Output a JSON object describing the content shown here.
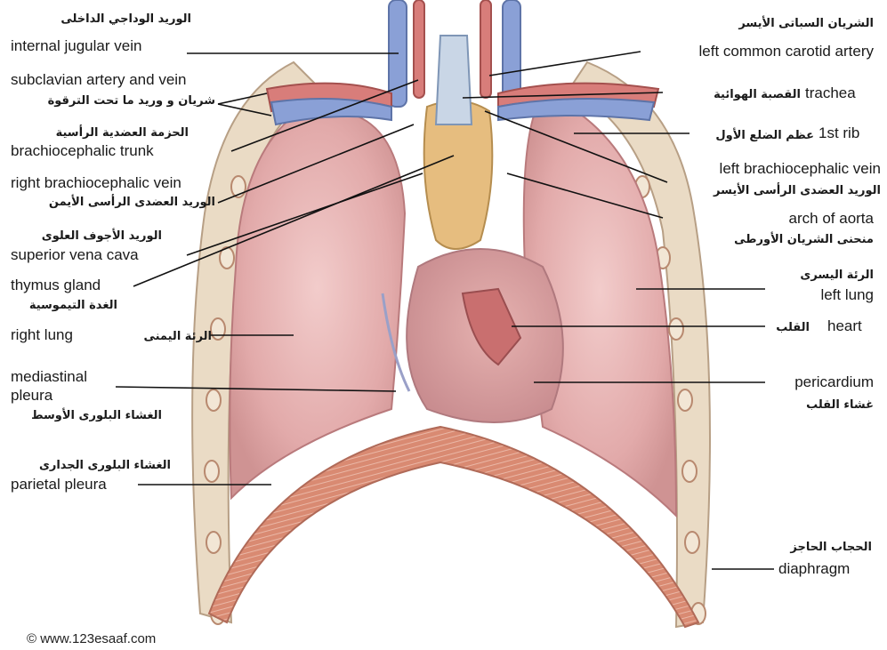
{
  "labels": {
    "internal_jugular_ar": "الوريد الوداجي الداخلى",
    "internal_jugular_en": "internal jugular vein",
    "subclavian_en": "subclavian artery and vein",
    "subclavian_ar": "شريان و وريد ما تحت الترقوة",
    "brachiocephalic_trunk_ar": "الحزمة العضدية الرأسية",
    "brachiocephalic_trunk_en": "brachiocephalic trunk",
    "right_brachio_en": "right brachiocephalic vein",
    "right_brachio_ar": "الوريد العضدى الرأسى الأيمن",
    "svc_ar": "الوريد الأجوف العلوى",
    "svc_en": "superior vena cava",
    "thymus_en": "thymus gland",
    "thymus_ar": "الغدة التيموسية",
    "right_lung_en": "right lung",
    "right_lung_ar": "الرئة اليمنى",
    "mediastinal_en_1": "mediastinal",
    "mediastinal_en_2": "pleura",
    "mediastinal_ar": "الغشاء البلورى الأوسط",
    "parietal_ar": "الغشاء البلورى الجدارى",
    "parietal_en": "parietal pleura",
    "left_carotid_ar": "الشريان السباتى الأيسر",
    "left_carotid_en": "left common carotid artery",
    "trachea_en": "trachea",
    "trachea_ar": "القصبة الهوائية",
    "first_rib_en": "1st rib",
    "first_rib_ar": "عظم الضلع الأول",
    "left_brachio_en": "left brachiocephalic vein",
    "left_brachio_ar": "الوريد العضدى الرأسى الأيسر",
    "aorta_en": "arch of aorta",
    "aorta_ar": "منحنى الشريان الأورطى",
    "left_lung_ar": "الرئة اليسرى",
    "left_lung_en": "left lung",
    "heart_ar": "القلب",
    "heart_en": "heart",
    "pericardium_en": "pericardium",
    "pericardium_ar": "غشاء القلب",
    "diaphragm_ar": "الحجاب الحاجز",
    "diaphragm_en": "diaphragm"
  },
  "copyright": "© www.123esaaf.com",
  "colors": {
    "lung": "#e8b5b5",
    "rib": "#e9d9c0",
    "vein": "#8fa4d6",
    "artery": "#d98080",
    "thymus": "#e7bf7f",
    "heart": "#d99a9a",
    "diaphragm": "#d98a72"
  }
}
